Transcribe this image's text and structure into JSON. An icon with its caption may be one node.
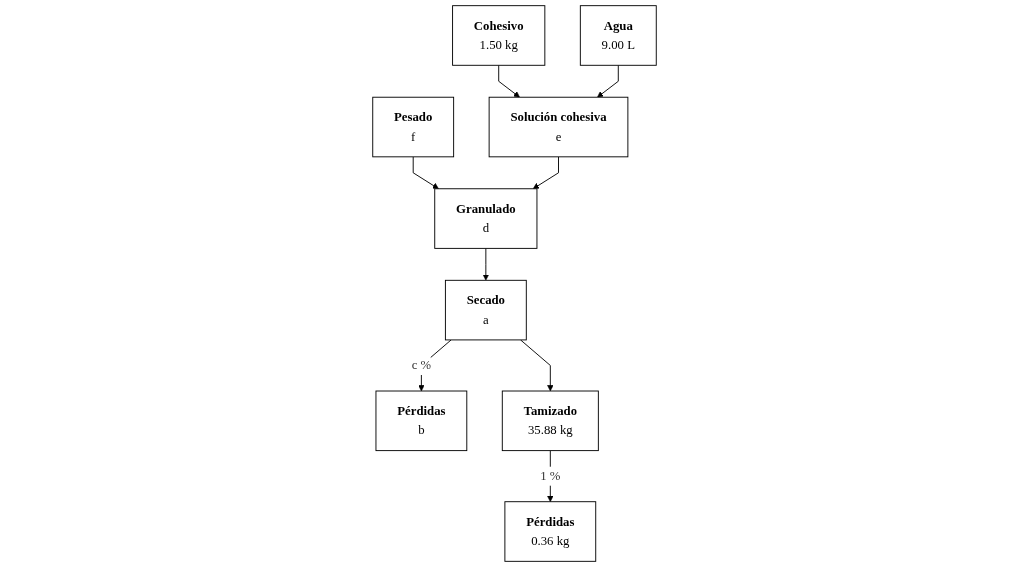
{
  "diagram": {
    "nodes": [
      {
        "text": [
          "Cohesivo",
          "1.50 kg"
        ]
      },
      {
        "text": [
          "Agua",
          "9.00 L"
        ]
      },
      {
        "text": [
          "Pesado",
          "f"
        ]
      },
      {
        "text": [
          "Solución cohesiva",
          "e"
        ]
      },
      {
        "text": [
          "Granulado",
          "d"
        ]
      },
      {
        "text": [
          "Secado",
          "a"
        ]
      },
      {
        "text": [
          "Pérdidas",
          "b"
        ]
      },
      {
        "text": [
          "Tamizado",
          "35.88 kg"
        ]
      },
      {
        "text": [
          "Pérdidas",
          "0.36 kg"
        ]
      }
    ],
    "edges": [
      {
        "from": 0,
        "to": 3,
        "arrow": "to"
      },
      {
        "from": 1,
        "to": 3,
        "arrow": "to"
      },
      {
        "from": 2,
        "to": 4,
        "arrow": "to"
      },
      {
        "from": 3,
        "to": 4,
        "arrow": "to"
      },
      {
        "from": 4,
        "to": 5,
        "arrow": "to"
      },
      {
        "from": 5,
        "to": 6,
        "label": "c %",
        "arrow": "to"
      },
      {
        "from": 5,
        "to": 7,
        "arrow": "to"
      },
      {
        "from": 7,
        "to": 8,
        "label": "1 %",
        "arrow": "to"
      }
    ]
  }
}
